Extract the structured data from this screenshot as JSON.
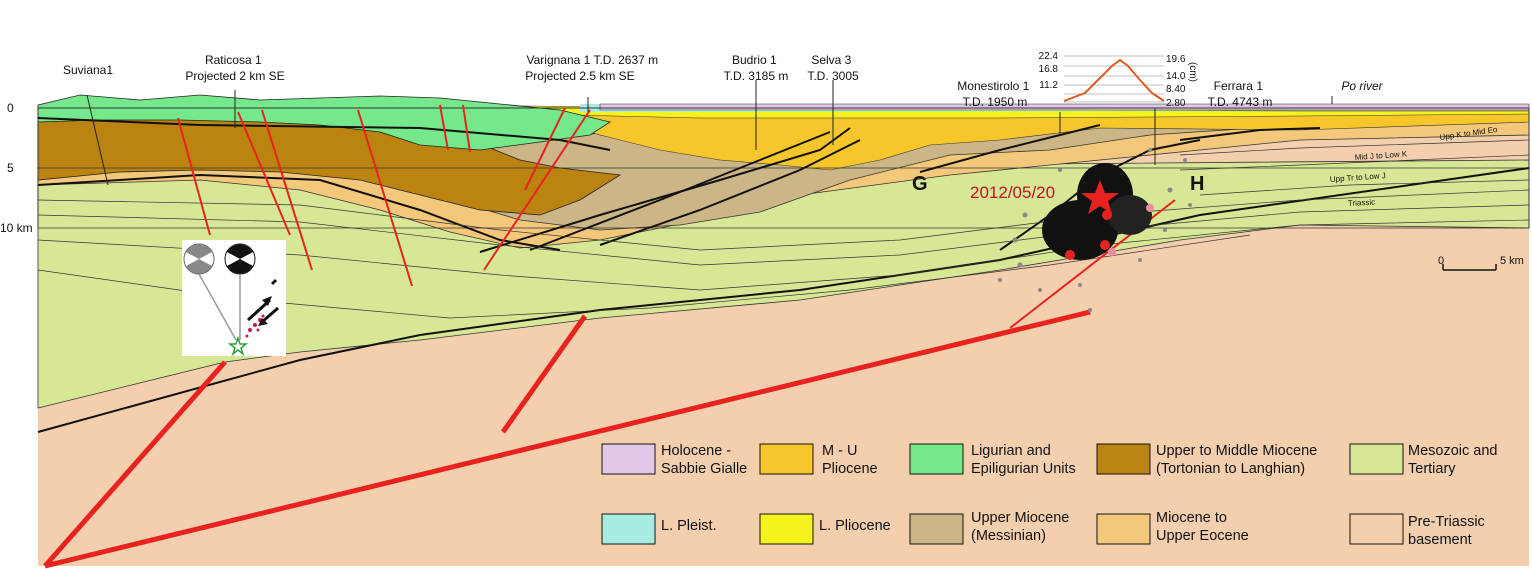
{
  "wells": [
    {
      "id": "suviana",
      "lines": [
        "Suviana1"
      ]
    },
    {
      "id": "raticosa",
      "lines": [
        "Raticosa 1",
        "Projected 2 km SE"
      ]
    },
    {
      "id": "varignana",
      "lines": [
        "Varignana 1 T.D. 2637 m",
        "Projected 2.5 km SE"
      ]
    },
    {
      "id": "budrio",
      "lines": [
        "Budrio 1",
        "T.D. 3185 m"
      ]
    },
    {
      "id": "selva",
      "lines": [
        "Selva 3",
        "T.D. 3005"
      ]
    },
    {
      "id": "monestirolo",
      "lines": [
        "Monestirolo 1",
        "T.D. 1950 m"
      ]
    },
    {
      "id": "ferrara",
      "lines": [
        "Ferrara 1",
        "T.D. 4743 m"
      ]
    }
  ],
  "po_river": "Po river",
  "depth_labels": [
    "0",
    "5",
    "10 km"
  ],
  "scale_bar": {
    "left": "0",
    "right": "5 km"
  },
  "uplift_graph": {
    "left_ticks": [
      "22.4",
      "16.8",
      "11.2"
    ],
    "right_ticks": [
      "19.6",
      "14.0",
      "8.40",
      "2.80"
    ],
    "unit": "(cm)"
  },
  "earthquake_label": "2012/05/20",
  "structure_labels": [
    "G",
    "H"
  ],
  "unit_labels": [
    "Upp K to Mid Eo",
    "Mid J to Low K",
    "Upp Tr to Low J",
    "Triassic"
  ],
  "legend": [
    {
      "color": "#e2c7e6",
      "lines": [
        "Holocene -",
        "Sabbie Gialle"
      ]
    },
    {
      "color": "#f6c62a",
      "lines": [
        "M - U",
        "Pliocene"
      ]
    },
    {
      "color": "#74e88a",
      "lines": [
        "Ligurian and",
        "Epiligurian Units"
      ]
    },
    {
      "color": "#bb8410",
      "lines": [
        "Upper to Middle Miocene",
        "(Tortonian to Langhian)"
      ]
    },
    {
      "color": "#d6e896",
      "lines": [
        "Mesozoic and",
        "Tertiary"
      ]
    },
    {
      "color": "#a6ece0",
      "lines": [
        "L. Pleist."
      ]
    },
    {
      "color": "#f5f21e",
      "lines": [
        "L. Pliocene"
      ]
    },
    {
      "color": "#ccb586",
      "lines": [
        "Upper Miocene",
        "(Messinian)"
      ]
    },
    {
      "color": "#f4c87a",
      "lines": [
        "Miocene to",
        "Upper Eocene"
      ]
    },
    {
      "color": "#f3cfae",
      "lines": [
        "Pre-Triassic",
        "basement"
      ]
    }
  ],
  "colors": {
    "fault": "#e8231f",
    "basement": "#f3cfae",
    "quake_star": "#e8231f",
    "quake_text": "#c1121f",
    "graph_line": "#e05a20"
  }
}
